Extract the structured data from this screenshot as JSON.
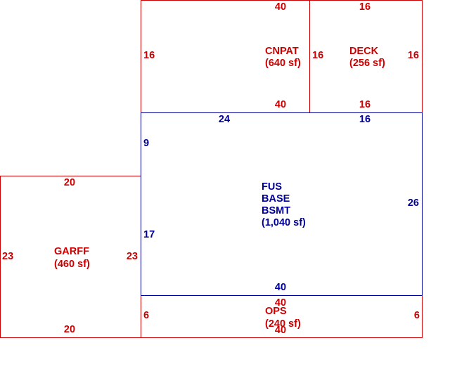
{
  "areas": {
    "cnpat": {
      "name": "CNPAT",
      "area": "(640 sf)",
      "dims": {
        "top": "40",
        "bottom": "40",
        "left": "16"
      }
    },
    "deck": {
      "name": "DECK",
      "area": "(256 sf)",
      "dims": {
        "top": "16",
        "bottom": "16",
        "left": "16",
        "right": "16"
      }
    },
    "fus_base_bsmt": {
      "name_lines": [
        "FUS",
        "BASE",
        "BSMT"
      ],
      "area": "(1,040 sf)",
      "dims": {
        "top_left": "24",
        "top_right": "16",
        "left_upper": "9",
        "left_lower": "17",
        "right": "26",
        "bottom": "40"
      }
    },
    "garff": {
      "name": "GARFF",
      "area": "(460 sf)",
      "dims": {
        "top": "20",
        "bottom": "20",
        "left": "23",
        "right": "23"
      }
    },
    "ops": {
      "name": "OPS",
      "area": "(240 sf)",
      "dims": {
        "top": "40",
        "bottom": "40",
        "left": "6",
        "right": "6"
      }
    }
  },
  "colors": {
    "red": "#cc0000",
    "blue": "#000099"
  }
}
